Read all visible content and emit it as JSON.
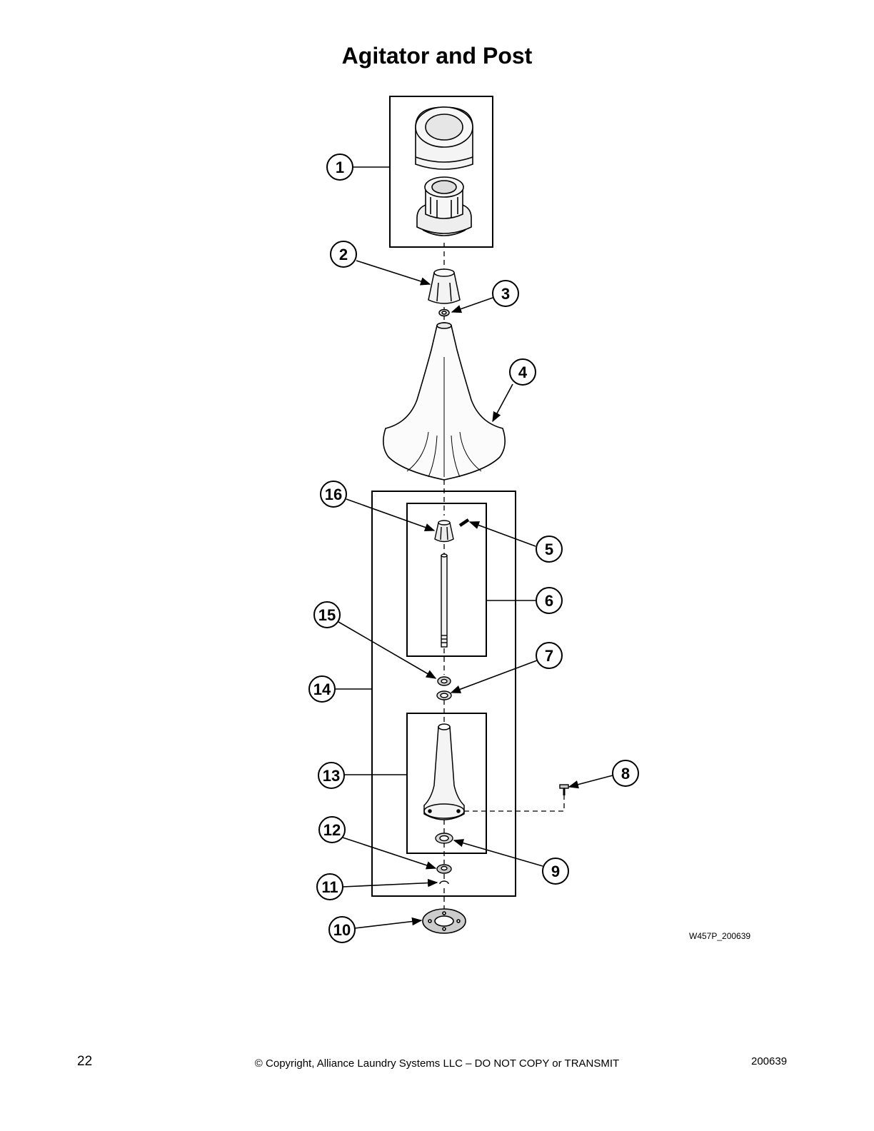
{
  "title": "Agitator and Post",
  "callouts": [
    {
      "n": "1"
    },
    {
      "n": "2"
    },
    {
      "n": "3"
    },
    {
      "n": "4"
    },
    {
      "n": "5"
    },
    {
      "n": "6"
    },
    {
      "n": "7"
    },
    {
      "n": "8"
    },
    {
      "n": "9"
    },
    {
      "n": "10"
    },
    {
      "n": "11"
    },
    {
      "n": "12"
    },
    {
      "n": "13"
    },
    {
      "n": "14"
    },
    {
      "n": "15"
    },
    {
      "n": "16"
    }
  ],
  "drawing_id": "W457P_200639",
  "footer": {
    "page_number": "22",
    "copyright": "© Copyright, Alliance Laundry Systems LLC – DO NOT COPY or TRANSMIT",
    "doc_number": "200639"
  }
}
